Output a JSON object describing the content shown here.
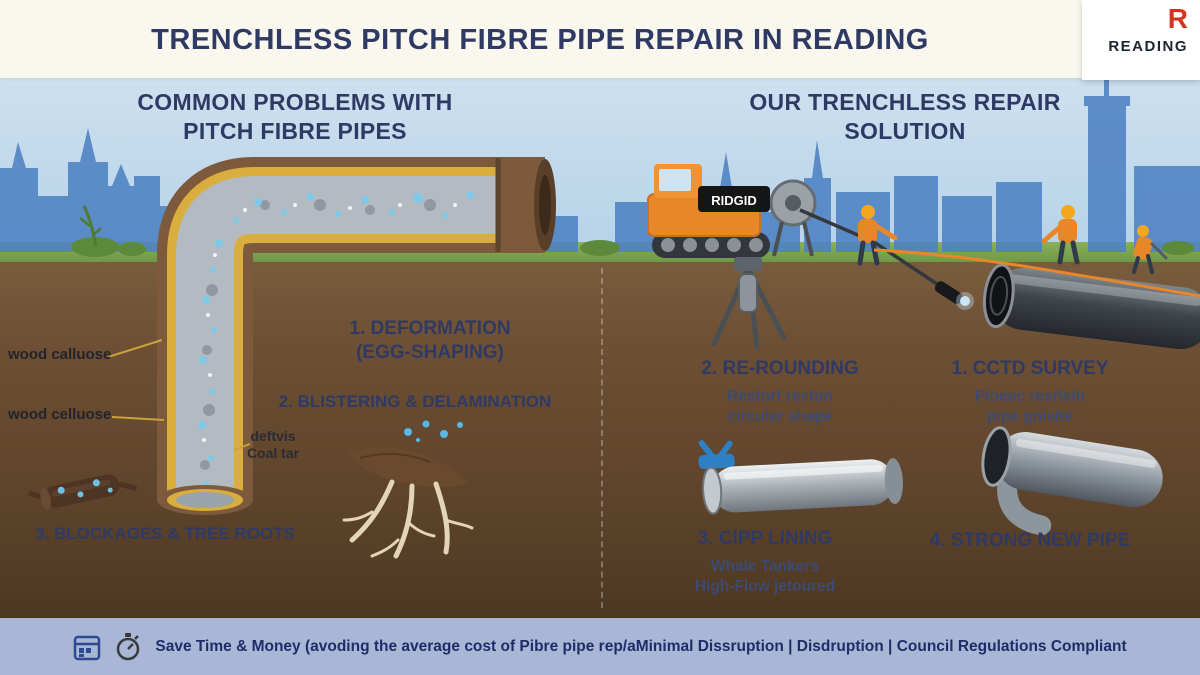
{
  "header": {
    "title": "TRENCHLESS PITCH FIBRE PIPE REPAIR IN READING",
    "logo": {
      "icon_letter": "R",
      "text": "READING"
    }
  },
  "left_panel": {
    "heading_line1": "COMMON PROBLEMS WITH",
    "heading_line2": "PITCH FIBRE PIPES",
    "callouts": {
      "wood_cellulose_top": "wood calluose",
      "wood_cellulose_bottom": "wood celluose",
      "coal_tar_line1": "deftvis",
      "coal_tar_line2": "Coal tar"
    },
    "problems": [
      {
        "title": "1. DEFORMATION",
        "subtitle": "(EGG-SHAPING)"
      },
      {
        "title": "2. BLISTERING & DELAMINATION"
      },
      {
        "title": "3. BLOCKAGES & TREE ROOTS"
      }
    ]
  },
  "right_panel": {
    "heading_line1": "OUR TRENCHLESS REPAIR",
    "heading_line2": "SOLUTION",
    "equipment_label": "RIDGID",
    "steps": [
      {
        "title": "2. RE-ROUNDING",
        "desc_line1": "Restort reston",
        "desc_line2": "circular shape"
      },
      {
        "title": "1. CCTD SURVEY",
        "desc_line1": "Pioeec resrisin",
        "desc_line2": "pipe gnisite"
      },
      {
        "title": "3. CIPP LINING",
        "desc_line1": "Whale Tankers",
        "desc_line2": "High-Flow jetoured"
      },
      {
        "title": "4. STRONG NEW PIPE"
      }
    ]
  },
  "footer": {
    "text": "Save Time & Money (avoding the average cost of Pibre pipe rep/aMinimal Dissruption | Disdruption | Council Regulations Compliant"
  },
  "colors": {
    "navy": "#2e3a64",
    "sky": "#bcd7ea",
    "skyline_blue": "#4d82c4",
    "grass_green": "#7ba550",
    "soil_brown": "#6b4e33",
    "footer_periwinkle": "#a9b7d7",
    "accent_orange": "#e8872a",
    "pipe_brown": "#7d5a3b",
    "pipe_lining_yellow": "#d9ae3f",
    "logo_red": "#d6331f"
  }
}
